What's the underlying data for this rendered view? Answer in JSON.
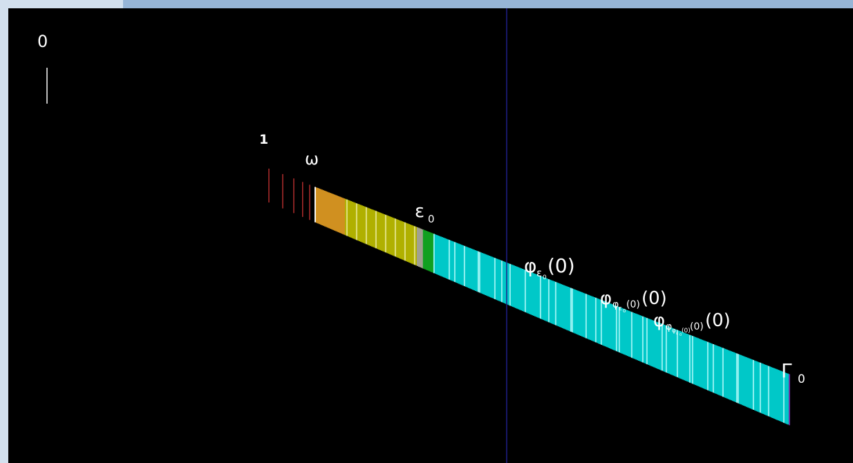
{
  "labels": {
    "zero": "0",
    "one": "1",
    "omega": "ω",
    "epsilon": "ε",
    "epsilon_sub": "0",
    "phi": "φ",
    "paren_zero": "(0)",
    "gamma": "Γ",
    "gamma_sub": "0"
  },
  "colors": {
    "background": "#000000",
    "frame_light": "#d3e0ee",
    "frame_dark": "#96b5d6",
    "divider": "#1f1f8a",
    "finite_ordinals": "#c03030",
    "below_omega_squared": "#d09020",
    "below_epsilon0": "#b0b000",
    "epsilon_region": "#10a020",
    "veblen_region": "#00c8c8",
    "gamma_tick": "#7030a0"
  }
}
